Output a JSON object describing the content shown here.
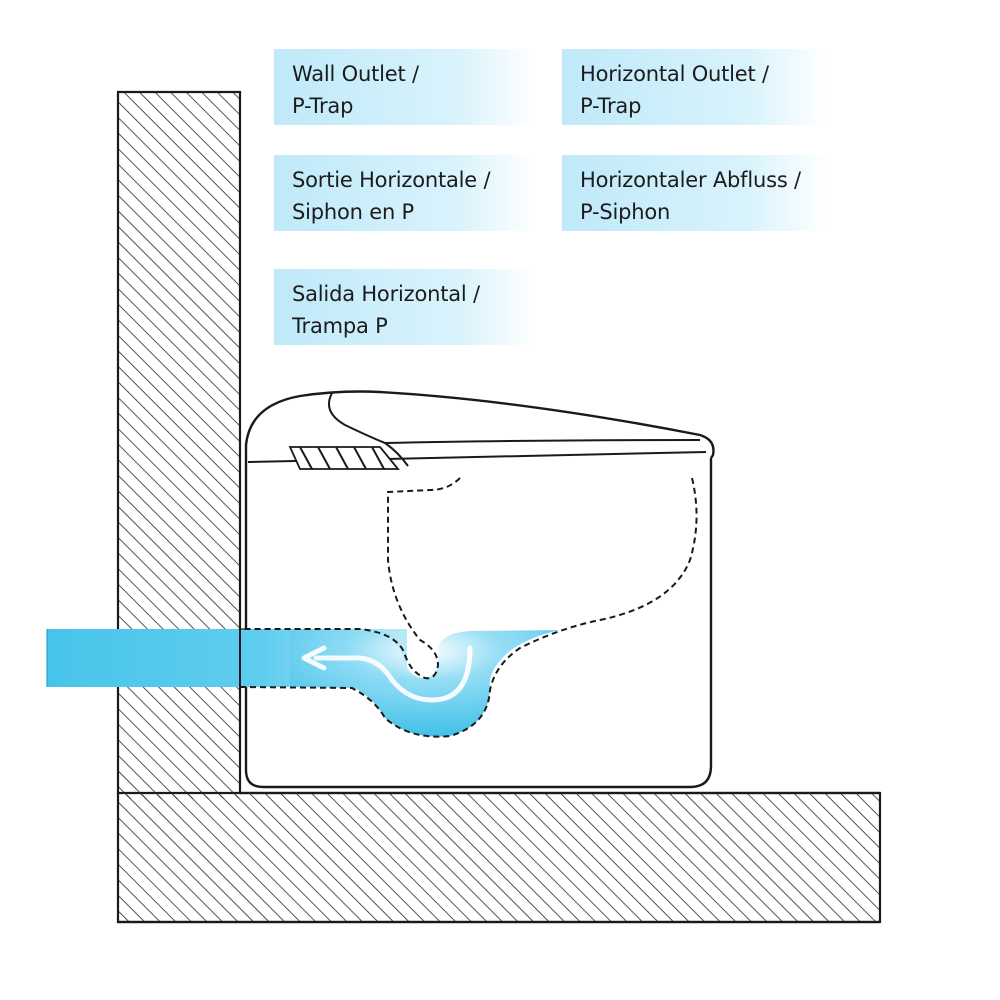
{
  "labels": [
    {
      "id": "en",
      "line1": "Wall Outlet /",
      "line2": "P-Trap"
    },
    {
      "id": "en2",
      "line1": "Horizontal Outlet /",
      "line2": "P-Trap"
    },
    {
      "id": "fr",
      "line1": "Sortie Horizontale /",
      "line2": "Siphon en P"
    },
    {
      "id": "de",
      "line1": "Horizontaler Abfluss /",
      "line2": "P-Siphon"
    },
    {
      "id": "es",
      "line1": "Salida Horizontal /",
      "line2": "Trampa P"
    }
  ],
  "colors": {
    "label_bg": "#c6ecfa",
    "pipe": "#4cc6ea",
    "water": "#5fd0f2",
    "outline": "#1a1a1a",
    "hatch": "#2a2a2a"
  },
  "icons": {
    "flow_arrow": "arrow-left-icon"
  }
}
